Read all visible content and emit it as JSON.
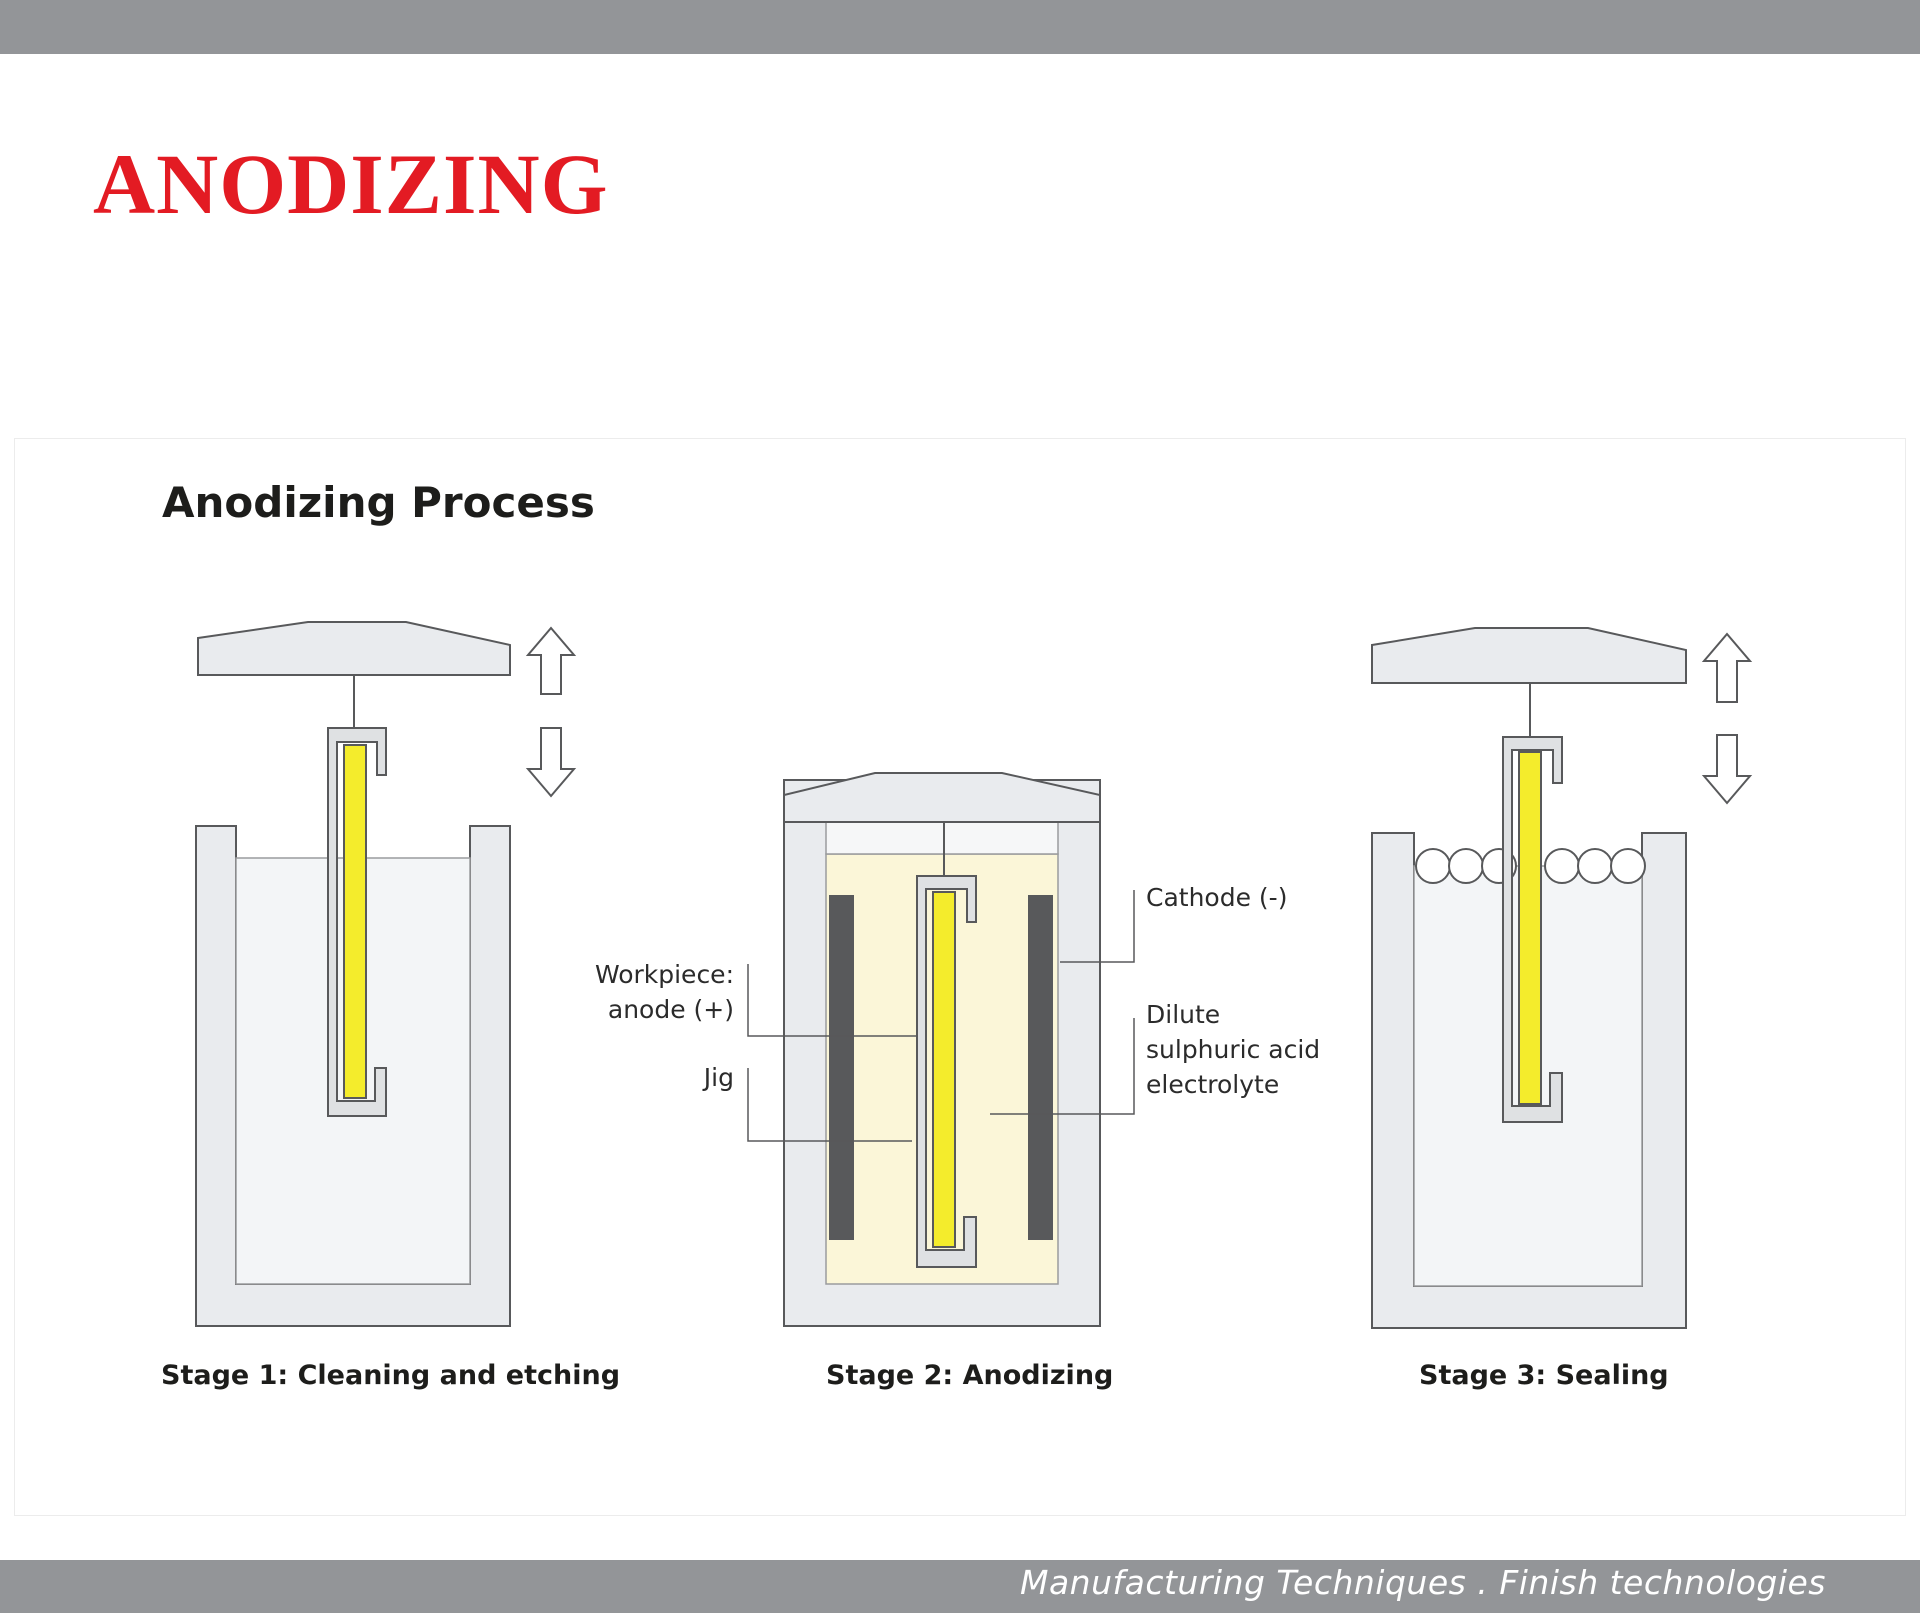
{
  "header": {
    "title": "ANODIZING"
  },
  "diagram": {
    "title": "Anodizing Process",
    "stages": [
      {
        "caption": "Stage 1: Cleaning and etching"
      },
      {
        "caption": "Stage 2: Anodizing"
      },
      {
        "caption": "Stage 3: Sealing"
      }
    ],
    "labels": {
      "cathode": "Cathode (-)",
      "workpiece": "Workpiece:\nanode (+)",
      "jig": "Jig",
      "electrolyte": "Dilute\nsulphuric acid\nelectrolyte"
    }
  },
  "footer": {
    "text": "Manufacturing Techniques . Finish technologies"
  },
  "colors": {
    "title_red": "#e31b23",
    "bar_gray": "#939598",
    "tank_fill": "#e9ebee",
    "workpiece_yellow": "#f4ec2c",
    "cathode_dark": "#58595b",
    "electrolyte_cream": "#fbf6d8"
  }
}
